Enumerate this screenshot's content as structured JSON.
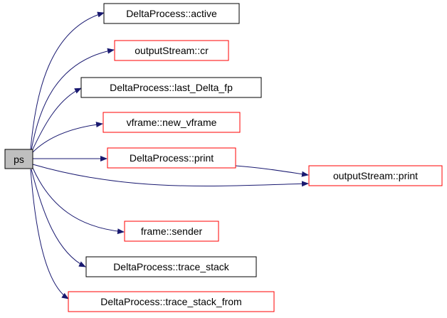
{
  "graph": {
    "root": {
      "id": "ps",
      "label": "ps"
    },
    "nodes": [
      {
        "id": "delta-active",
        "label": "DeltaProcess::active",
        "style": "black"
      },
      {
        "id": "outputstream-cr",
        "label": "outputStream::cr",
        "style": "red"
      },
      {
        "id": "delta-last-delta-fp",
        "label": "DeltaProcess::last_Delta_fp",
        "style": "black"
      },
      {
        "id": "vframe-new-vframe",
        "label": "vframe::new_vframe",
        "style": "red"
      },
      {
        "id": "delta-print",
        "label": "DeltaProcess::print",
        "style": "red"
      },
      {
        "id": "outputstream-print",
        "label": "outputStream::print",
        "style": "red"
      },
      {
        "id": "frame-sender",
        "label": "frame::sender",
        "style": "red"
      },
      {
        "id": "delta-trace-stack",
        "label": "DeltaProcess::trace_stack",
        "style": "black"
      },
      {
        "id": "delta-trace-stack-from",
        "label": "DeltaProcess::trace_stack_from",
        "style": "red"
      }
    ],
    "edges": [
      {
        "from": "ps",
        "to": "delta-active"
      },
      {
        "from": "ps",
        "to": "outputstream-cr"
      },
      {
        "from": "ps",
        "to": "delta-last-delta-fp"
      },
      {
        "from": "ps",
        "to": "vframe-new-vframe"
      },
      {
        "from": "ps",
        "to": "delta-print"
      },
      {
        "from": "ps",
        "to": "outputstream-print"
      },
      {
        "from": "delta-print",
        "to": "outputstream-print"
      },
      {
        "from": "ps",
        "to": "frame-sender"
      },
      {
        "from": "ps",
        "to": "delta-trace-stack"
      },
      {
        "from": "ps",
        "to": "delta-trace-stack-from"
      }
    ],
    "colors": {
      "edge": "#191970",
      "root_fill": "#bfbfbf",
      "red_border": "#ff0000",
      "black_border": "#000000"
    }
  }
}
